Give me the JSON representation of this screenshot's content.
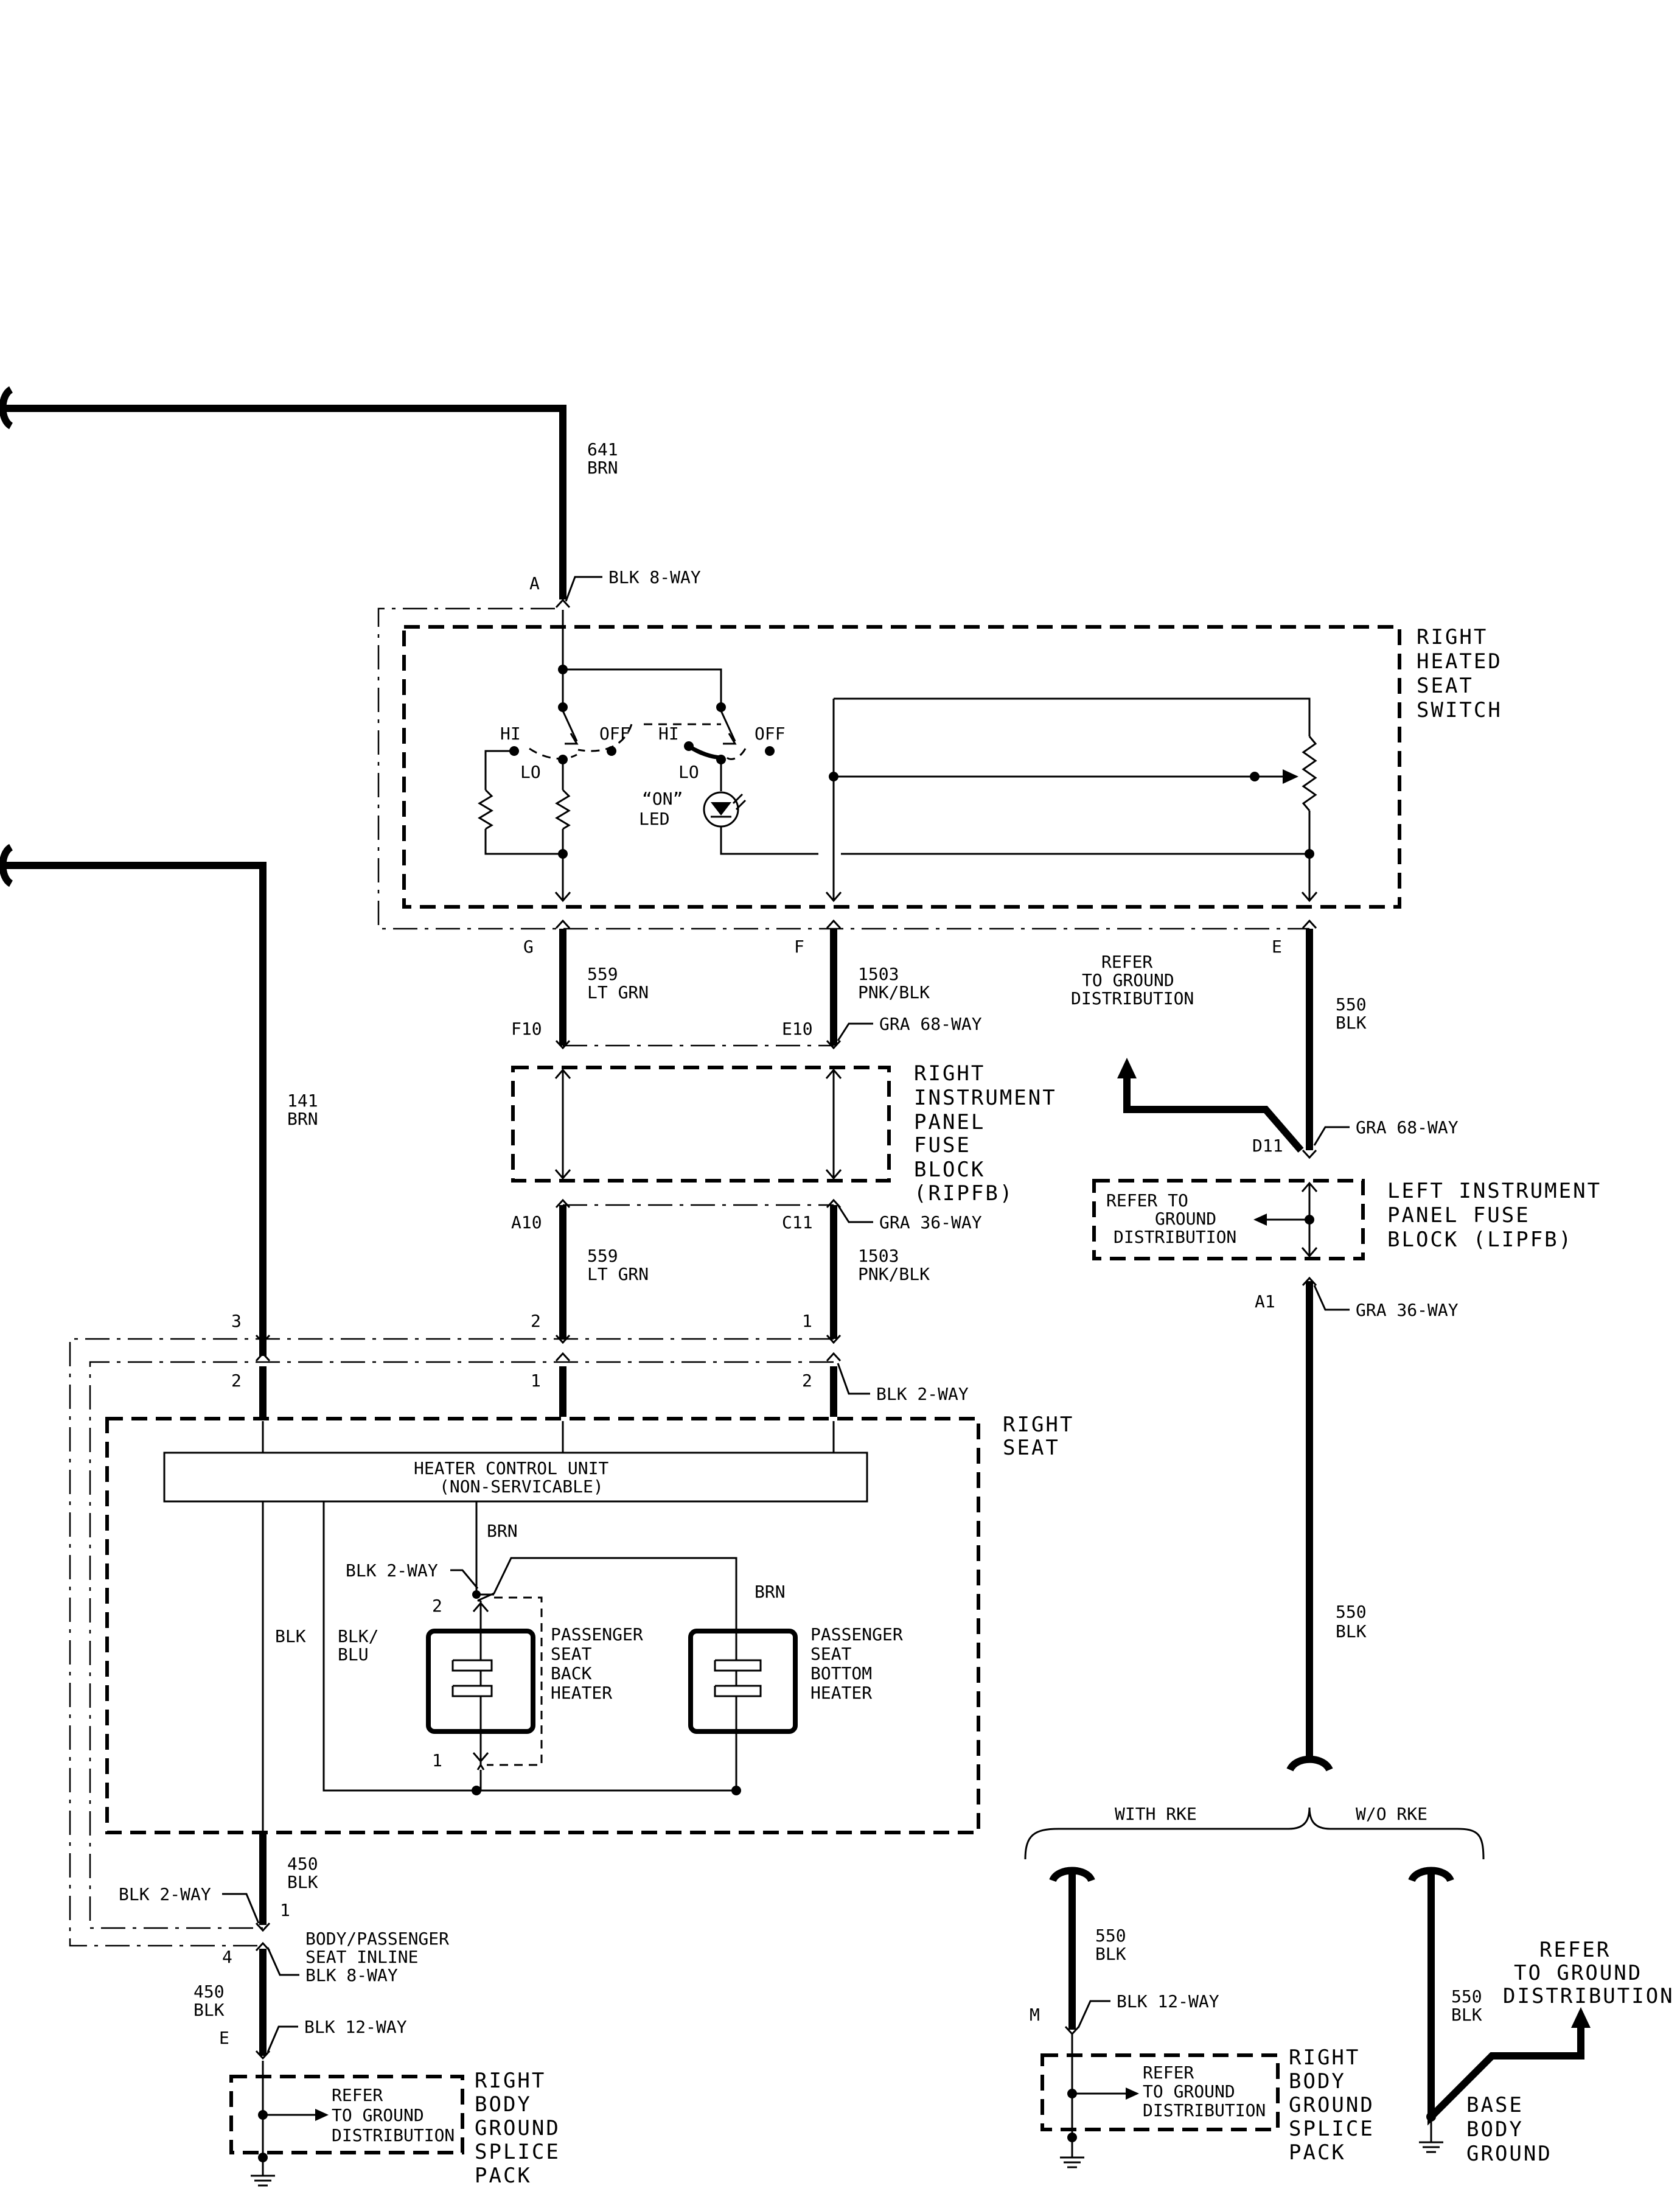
{
  "labels": {
    "w641_num": "641",
    "w641_col": "BRN",
    "w141_num": "141",
    "w141_col": "BRN",
    "connA": "A",
    "blk8way_top": "BLK 8-WAY",
    "switch_name": [
      "RIGHT",
      "HEATED",
      "SEAT",
      "SWITCH"
    ],
    "hi1": "HI",
    "off1": "OFF",
    "lo1": "LO",
    "hi2": "HI",
    "off2": "OFF",
    "lo2": "LO",
    "on_led": [
      "“ON”",
      "LED"
    ],
    "pinG": "G",
    "pinF": "F",
    "pinE": "E",
    "w559a_num": "559",
    "w559a_col": "LT GRN",
    "w1503a_num": "1503",
    "w1503a_col": "PNK/BLK",
    "pinF10": "F10",
    "pinE10": "E10",
    "gra68_a": "GRA 68-WAY",
    "ripfb": [
      "RIGHT",
      "INSTRUMENT",
      "PANEL",
      "FUSE",
      "BLOCK",
      "(RIPFB)"
    ],
    "pinA10": "A10",
    "pinC11": "C11",
    "gra36_a": "GRA 36-WAY",
    "w559b_num": "559",
    "w559b_col": "LT GRN",
    "w1503b_num": "1503",
    "w1503b_col": "PNK/BLK",
    "refer_top": [
      "REFER",
      "TO GROUND",
      "DISTRIBUTION"
    ],
    "w550a_num": "550",
    "w550a_col": "BLK",
    "pinD11": "D11",
    "gra68_b": "GRA 68-WAY",
    "lipfb_refer": [
      "REFER TO",
      "GROUND",
      "DISTRIBUTION"
    ],
    "lipfb": [
      "LEFT INSTRUMENT",
      "PANEL FUSE",
      "BLOCK (LIPFB)"
    ],
    "pinA1": "A1",
    "gra36_b": "GRA 36-WAY",
    "pin3": "3",
    "pin2a": "2",
    "pin1a": "1",
    "pin2b": "2",
    "pin1b": "1",
    "pin2c": "2",
    "blk2way_a": "BLK 2-WAY",
    "right_seat": [
      "RIGHT",
      "SEAT"
    ],
    "hcu": [
      "HEATER CONTROL UNIT",
      "(NON-SERVICABLE)"
    ],
    "brn_top": "BRN",
    "blk2way_b": "BLK 2-WAY",
    "pin2d": "2",
    "brn_right": "BRN",
    "blk": "BLK",
    "blk_blu": [
      "BLK/",
      "BLU"
    ],
    "back_heater": [
      "PASSENGER",
      "SEAT",
      "BACK",
      "HEATER"
    ],
    "pin1d": "1",
    "bottom_heater": [
      "PASSENGER",
      "SEAT",
      "BOTTOM",
      "HEATER"
    ],
    "w550b_num": "550",
    "w550b_col": "BLK",
    "w450a_num": "450",
    "w450a_col": "BLK",
    "blk2way_c": "BLK 2-WAY",
    "pin1e": "1",
    "pin4": "4",
    "inline": [
      "BODY/PASSENGER",
      "SEAT INLINE",
      "BLK 8-WAY"
    ],
    "w450b_num": "450",
    "w450b_col": "BLK",
    "pinE_b": "E",
    "blk12way_a": "BLK 12-WAY",
    "rbg_refer": [
      "REFER",
      "TO GROUND",
      "DISTRIBUTION"
    ],
    "rbg_name": [
      "RIGHT",
      "BODY",
      "GROUND",
      "SPLICE",
      "PACK"
    ],
    "with_rke": "WITH RKE",
    "wo_rke": "W/O RKE",
    "w550c_num": "550",
    "w550c_col": "BLK",
    "pinM": "M",
    "blk12way_b": "BLK 12-WAY",
    "rbg2_refer": [
      "REFER",
      "TO GROUND",
      "DISTRIBUTION"
    ],
    "rbg2_name": [
      "RIGHT",
      "BODY",
      "GROUND",
      "SPLICE",
      "PACK"
    ],
    "w550d_num": "550",
    "w550d_col": "BLK",
    "refer_br": [
      "REFER",
      "TO GROUND",
      "DISTRIBUTION"
    ],
    "base_ground": [
      "BASE",
      "BODY",
      "GROUND"
    ]
  }
}
